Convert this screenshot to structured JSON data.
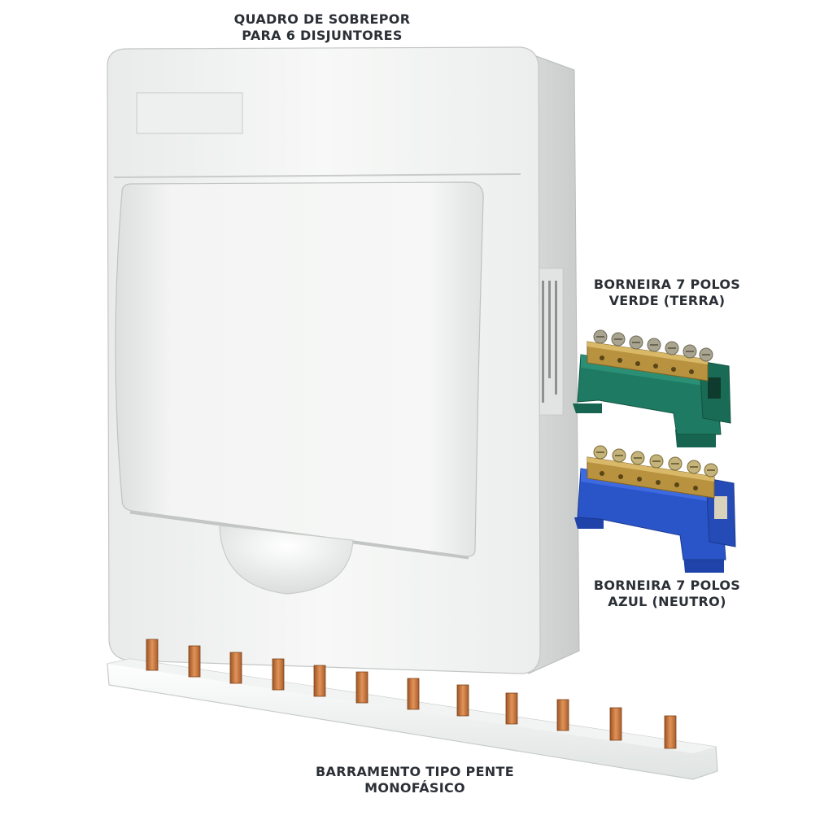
{
  "captions": {
    "quadro": {
      "line1": "QUADRO DE SOBREPOR",
      "line2": "PARA 6 DISJUNTORES"
    },
    "borneira_verde": {
      "line1": "BORNEIRA 7 POLOS",
      "line2": "VERDE (TERRA)"
    },
    "borneira_azul": {
      "line1": "BORNEIRA 7 POLOS",
      "line2": "AZUL (NEUTRO)"
    },
    "barramento": {
      "line1": "BARRAMENTO TIPO PENTE",
      "line2": "MONOFÁSICO"
    }
  },
  "colors": {
    "caption_text": "#2b2f36",
    "enclosure_white": "#f4f5f4",
    "terminal_green": "#1e7a62",
    "terminal_blue": "#2a55c8",
    "brass": "#b8923e",
    "copper": "#c5773c"
  },
  "products": {
    "borneira_poles": 7,
    "busbar_teeth": 12
  }
}
